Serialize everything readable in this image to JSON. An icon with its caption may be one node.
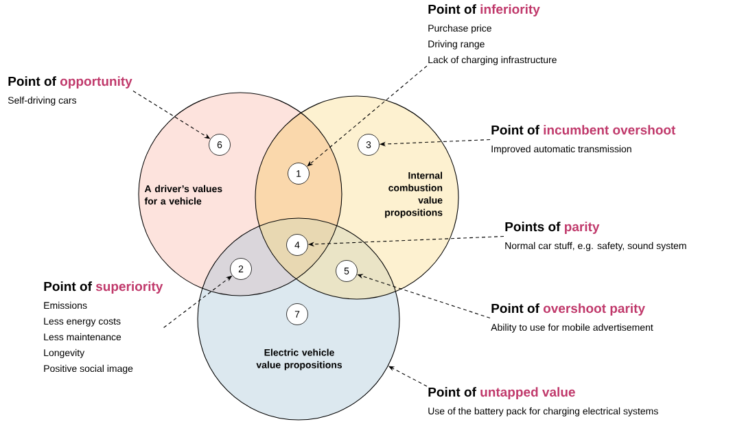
{
  "diagram": {
    "nodes": [
      {
        "text": [
          "A driver’s values for a vehicle"
        ]
      },
      {
        "text": [
          "Internal combustion value propositions"
        ]
      },
      {
        "text": [
          "Electric vehicle value propositions"
        ]
      },
      {
        "text": [
          "6"
        ],
        "in": 0
      },
      {
        "text": [
          "1"
        ]
      },
      {
        "text": [
          "3"
        ],
        "in": 1
      },
      {
        "text": [
          "4"
        ]
      },
      {
        "text": [
          "2"
        ]
      },
      {
        "text": [
          "5"
        ]
      },
      {
        "text": [
          "7"
        ],
        "in": 2
      },
      {
        "text": [
          "Point of **opportunity**",
          "Self-driving cars"
        ]
      },
      {
        "text": [
          "Point of **inferiority**",
          "Purchase price",
          "Driving range",
          "Lack of charging infrastructure"
        ]
      },
      {
        "text": [
          "Point of **incumbent overshoot**",
          "Improved automatic transmission"
        ]
      },
      {
        "text": [
          "Points of **parity**",
          "Normal car stuff, e.g. safety, sound system"
        ]
      },
      {
        "text": [
          "Point of **superiority**",
          "Emissions",
          "Less energy costs",
          "Less maintenance",
          "Longevity",
          "Positive social image"
        ]
      },
      {
        "text": [
          "Point of **overshoot parity**",
          "Ability to use for mobile advertisement"
        ]
      },
      {
        "text": [
          "Point of **untapped value**",
          "Use of the battery pack for charging electrical systems"
        ]
      }
    ],
    "edges": [
      {
        "from": 10,
        "to": 3,
        "arrow": "to",
        "style": "dashed"
      },
      {
        "from": 11,
        "to": 4,
        "arrow": "to",
        "style": "dashed"
      },
      {
        "from": 12,
        "to": 5,
        "arrow": "to",
        "style": "dashed"
      },
      {
        "from": 13,
        "to": 6,
        "arrow": "to",
        "style": "dashed"
      },
      {
        "from": 14,
        "to": 7,
        "arrow": "to",
        "style": "dashed"
      },
      {
        "from": 15,
        "to": 8,
        "arrow": "to",
        "style": "dashed"
      },
      {
        "from": 16,
        "to": 2,
        "arrow": "to",
        "style": "dashed"
      }
    ]
  }
}
